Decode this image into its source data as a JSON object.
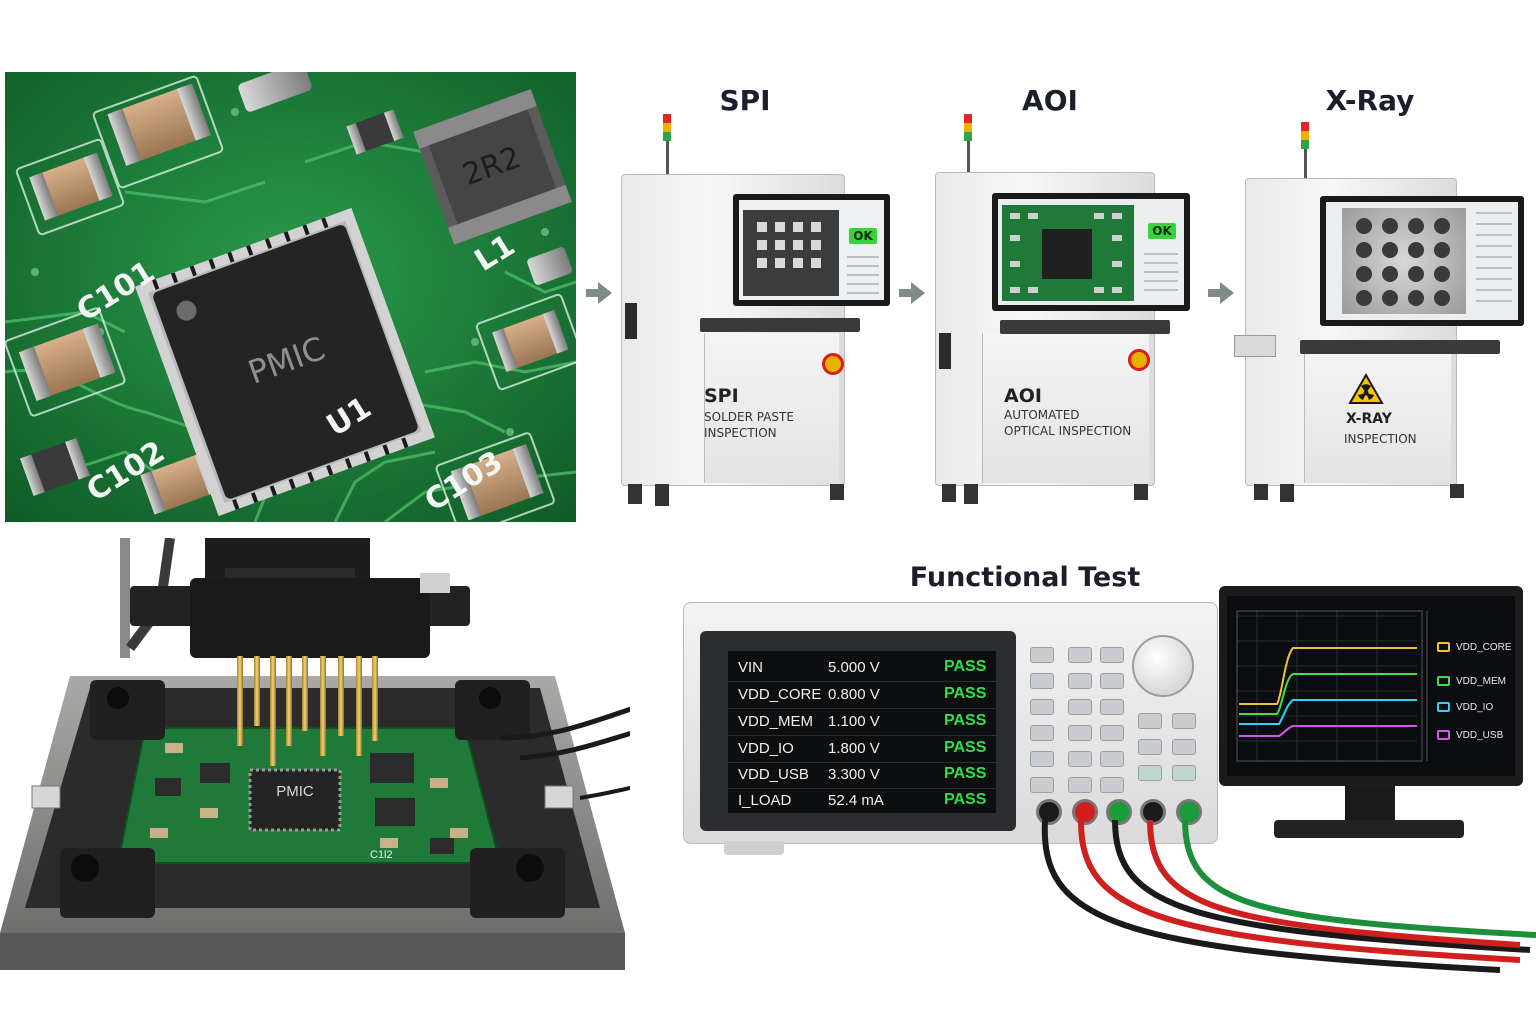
{
  "pcb_closeup": {
    "chip_label": "PMIC",
    "inductor_label": "2R2",
    "silkscreen": [
      "C101",
      "C102",
      "C103",
      "U1",
      "L1"
    ]
  },
  "inspection_flow": {
    "stages": [
      {
        "heading": "SPI",
        "panel_title": "SPI",
        "panel_sub1": "SOLDER PASTE",
        "panel_sub2": "INSPECTION",
        "screen_status": "OK"
      },
      {
        "heading": "AOI",
        "panel_title": "AOI",
        "panel_sub1": "AUTOMATED",
        "panel_sub2": "OPTICAL INSPECTION",
        "screen_status": "OK"
      },
      {
        "heading": "X-Ray",
        "panel_title": "X-RAY",
        "panel_sub1": "INSPECTION",
        "panel_sub2": "",
        "screen_status": ""
      }
    ]
  },
  "fixture": {
    "chip_label": "PMIC",
    "silkscreen": [
      "C1l2"
    ]
  },
  "functional_test": {
    "heading": "Functional Test",
    "readouts": [
      {
        "name": "VIN",
        "value": "5.000 V",
        "status": "PASS"
      },
      {
        "name": "VDD_CORE",
        "value": "0.800 V",
        "status": "PASS"
      },
      {
        "name": "VDD_MEM",
        "value": "1.100 V",
        "status": "PASS"
      },
      {
        "name": "VDD_IO",
        "value": "1.800 V",
        "status": "PASS"
      },
      {
        "name": "VDD_USB",
        "value": "3.300 V",
        "status": "PASS"
      },
      {
        "name": "I_LOAD",
        "value": "52.4 mA",
        "status": "PASS"
      }
    ],
    "scope_legend": [
      {
        "name": "VDD_CORE",
        "color": "#f2c230"
      },
      {
        "name": "VDD_MEM",
        "color": "#3fe04a"
      },
      {
        "name": "VDD_IO",
        "color": "#2fd2f0"
      },
      {
        "name": "VDD_USB",
        "color": "#d257e8"
      }
    ]
  },
  "colors": {
    "pcb_green": "#1f7a3a",
    "pass_green": "#2fe04a",
    "ok_green": "#39d23a"
  }
}
